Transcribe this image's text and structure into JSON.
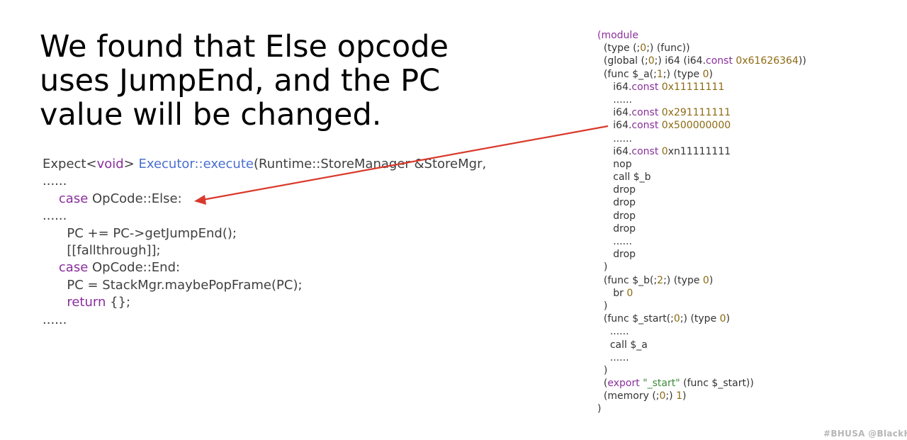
{
  "title_lines": [
    "We found that Else opcode",
    "uses JumpEnd, and the PC",
    "value will be changed."
  ],
  "colors": {
    "keyword": "#8a2f9c",
    "function": "#4a6fd0",
    "number": "#8d6a12",
    "string": "#3d8a3a",
    "plain": "#404040",
    "arrow": "#d9392b"
  },
  "left_code": [
    {
      "indent": "",
      "tokens": [
        {
          "t": "Expect<",
          "c": "plain"
        },
        {
          "t": "void",
          "c": "keyword"
        },
        {
          "t": "> ",
          "c": "plain"
        },
        {
          "t": "Executor::execute",
          "c": "function"
        },
        {
          "t": "(Runtime::StoreManager &StoreMgr,",
          "c": "plain"
        }
      ]
    },
    {
      "indent": "",
      "tokens": [
        {
          "t": "......",
          "c": "plain"
        }
      ]
    },
    {
      "indent": "    ",
      "tokens": [
        {
          "t": "case",
          "c": "keyword"
        },
        {
          "t": " OpCode::Else:",
          "c": "plain"
        }
      ]
    },
    {
      "indent": "",
      "tokens": [
        {
          "t": "......",
          "c": "plain"
        }
      ]
    },
    {
      "indent": "      ",
      "tokens": [
        {
          "t": "PC += PC->getJumpEnd();",
          "c": "plain"
        }
      ]
    },
    {
      "indent": "      ",
      "tokens": [
        {
          "t": "[[fallthrough]];",
          "c": "plain"
        }
      ]
    },
    {
      "indent": "    ",
      "tokens": [
        {
          "t": "case",
          "c": "keyword"
        },
        {
          "t": " OpCode::End:",
          "c": "plain"
        }
      ]
    },
    {
      "indent": "      ",
      "tokens": [
        {
          "t": "PC = StackMgr.maybePopFrame(PC);",
          "c": "plain"
        }
      ]
    },
    {
      "indent": "      ",
      "tokens": [
        {
          "t": "return",
          "c": "keyword"
        },
        {
          "t": " {};",
          "c": "plain"
        }
      ]
    },
    {
      "indent": "",
      "tokens": [
        {
          "t": "......",
          "c": "plain"
        }
      ]
    }
  ],
  "right_code": [
    {
      "indent": "",
      "tokens": [
        {
          "t": "(module",
          "c": "keyword"
        }
      ]
    },
    {
      "indent": "  ",
      "tokens": [
        {
          "t": "(type (;",
          "c": "plain"
        },
        {
          "t": "0",
          "c": "number"
        },
        {
          "t": ";) (func))",
          "c": "plain"
        }
      ]
    },
    {
      "indent": "  ",
      "tokens": [
        {
          "t": "(global (;",
          "c": "plain"
        },
        {
          "t": "0",
          "c": "number"
        },
        {
          "t": ";) i64 (i64.",
          "c": "plain"
        },
        {
          "t": "const",
          "c": "keyword"
        },
        {
          "t": " ",
          "c": "plain"
        },
        {
          "t": "0x61626364",
          "c": "number"
        },
        {
          "t": "))",
          "c": "plain"
        }
      ]
    },
    {
      "indent": "  ",
      "tokens": [
        {
          "t": "(func $_a(;",
          "c": "plain"
        },
        {
          "t": "1",
          "c": "number"
        },
        {
          "t": ";) (type ",
          "c": "plain"
        },
        {
          "t": "0",
          "c": "number"
        },
        {
          "t": ")",
          "c": "plain"
        }
      ]
    },
    {
      "indent": "     ",
      "tokens": [
        {
          "t": "i64.",
          "c": "plain"
        },
        {
          "t": "const",
          "c": "keyword"
        },
        {
          "t": " ",
          "c": "plain"
        },
        {
          "t": "0x11111111",
          "c": "number"
        }
      ]
    },
    {
      "indent": "     ",
      "tokens": [
        {
          "t": "......",
          "c": "plain"
        }
      ]
    },
    {
      "indent": "     ",
      "tokens": [
        {
          "t": "i64.",
          "c": "plain"
        },
        {
          "t": "const",
          "c": "keyword"
        },
        {
          "t": " ",
          "c": "plain"
        },
        {
          "t": "0x291111111",
          "c": "number"
        }
      ]
    },
    {
      "indent": "     ",
      "tokens": [
        {
          "t": "i64.",
          "c": "plain"
        },
        {
          "t": "const",
          "c": "keyword"
        },
        {
          "t": " ",
          "c": "plain"
        },
        {
          "t": "0x500000000",
          "c": "number"
        }
      ]
    },
    {
      "indent": "     ",
      "tokens": [
        {
          "t": "......",
          "c": "plain"
        }
      ]
    },
    {
      "indent": "     ",
      "tokens": [
        {
          "t": "i64.",
          "c": "plain"
        },
        {
          "t": "const",
          "c": "keyword"
        },
        {
          "t": " ",
          "c": "plain"
        },
        {
          "t": "0",
          "c": "number"
        },
        {
          "t": "xn11111111",
          "c": "plain"
        }
      ]
    },
    {
      "indent": "     ",
      "tokens": [
        {
          "t": "nop",
          "c": "plain"
        }
      ]
    },
    {
      "indent": "     ",
      "tokens": [
        {
          "t": "call $_b",
          "c": "plain"
        }
      ]
    },
    {
      "indent": "     ",
      "tokens": [
        {
          "t": "drop",
          "c": "plain"
        }
      ]
    },
    {
      "indent": "     ",
      "tokens": [
        {
          "t": "drop",
          "c": "plain"
        }
      ]
    },
    {
      "indent": "     ",
      "tokens": [
        {
          "t": "drop",
          "c": "plain"
        }
      ]
    },
    {
      "indent": "     ",
      "tokens": [
        {
          "t": "drop",
          "c": "plain"
        }
      ]
    },
    {
      "indent": "     ",
      "tokens": [
        {
          "t": "......",
          "c": "plain"
        }
      ]
    },
    {
      "indent": "     ",
      "tokens": [
        {
          "t": "drop",
          "c": "plain"
        }
      ]
    },
    {
      "indent": "  ",
      "tokens": [
        {
          "t": ")",
          "c": "plain"
        }
      ]
    },
    {
      "indent": "  ",
      "tokens": [
        {
          "t": "(func $_b(;",
          "c": "plain"
        },
        {
          "t": "2",
          "c": "number"
        },
        {
          "t": ";) (type ",
          "c": "plain"
        },
        {
          "t": "0",
          "c": "number"
        },
        {
          "t": ")",
          "c": "plain"
        }
      ]
    },
    {
      "indent": "     ",
      "tokens": [
        {
          "t": "br ",
          "c": "plain"
        },
        {
          "t": "0",
          "c": "number"
        }
      ]
    },
    {
      "indent": "  ",
      "tokens": [
        {
          "t": ")",
          "c": "plain"
        }
      ]
    },
    {
      "indent": "  ",
      "tokens": [
        {
          "t": "(func $_start(;",
          "c": "plain"
        },
        {
          "t": "0",
          "c": "number"
        },
        {
          "t": ";) (type ",
          "c": "plain"
        },
        {
          "t": "0",
          "c": "number"
        },
        {
          "t": ")",
          "c": "plain"
        }
      ]
    },
    {
      "indent": "    ",
      "tokens": [
        {
          "t": "......",
          "c": "plain"
        }
      ]
    },
    {
      "indent": "    ",
      "tokens": [
        {
          "t": "call $_a",
          "c": "plain"
        }
      ]
    },
    {
      "indent": "    ",
      "tokens": [
        {
          "t": "......",
          "c": "plain"
        }
      ]
    },
    {
      "indent": "  ",
      "tokens": [
        {
          "t": ")",
          "c": "plain"
        }
      ]
    },
    {
      "indent": "  ",
      "tokens": [
        {
          "t": "(",
          "c": "plain"
        },
        {
          "t": "export",
          "c": "keyword"
        },
        {
          "t": " ",
          "c": "plain"
        },
        {
          "t": "\"_start\"",
          "c": "string"
        },
        {
          "t": " (func $_start))",
          "c": "plain"
        }
      ]
    },
    {
      "indent": "  ",
      "tokens": [
        {
          "t": "(memory (;",
          "c": "plain"
        },
        {
          "t": "0",
          "c": "number"
        },
        {
          "t": ";) ",
          "c": "plain"
        },
        {
          "t": "1",
          "c": "number"
        },
        {
          "t": ")",
          "c": "plain"
        }
      ]
    },
    {
      "indent": "",
      "tokens": [
        {
          "t": ")",
          "c": "plain"
        }
      ]
    }
  ],
  "footer": "#BHUSA   @BlackHatEvents"
}
